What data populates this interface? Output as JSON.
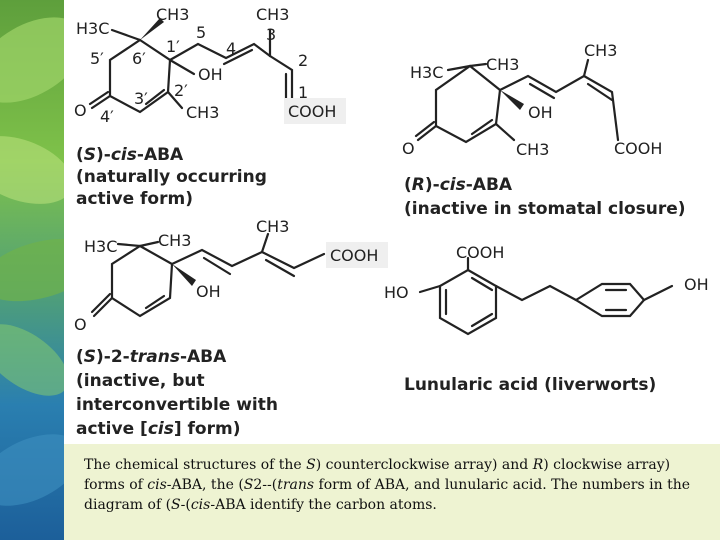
{
  "structures": {
    "s_cis": {
      "atoms": {
        "h3c": "H3C",
        "ch3_top": "CH3",
        "ch3_side": "CH3",
        "ch3_ring": "CH3",
        "oh": "OH",
        "cooh": "COOH",
        "o": "O"
      },
      "numbers": {
        "n5p": "5′",
        "n6p": "6′",
        "n1p": "1′",
        "n5": "5",
        "n4": "4",
        "n3": "3",
        "n2": "2",
        "n1": "1",
        "n2p": "2′",
        "n3p": "3′",
        "n4p": "4′"
      },
      "name": {
        "line1_prefix": "(",
        "line1_s": "S",
        "line1_mid": ")-",
        "line1_cis": "cis",
        "line1_suffix": "-ABA",
        "line2": "(naturally occurring",
        "line3": "active form)"
      }
    },
    "r_cis": {
      "atoms": {
        "h3c": "H3C",
        "ch3_top": "CH3",
        "ch3_side": "CH3",
        "ch3_ring": "CH3",
        "oh": "OH",
        "cooh": "COOH",
        "o": "O"
      },
      "name": {
        "line1_prefix": "(",
        "line1_r": "R",
        "line1_mid": ")-",
        "line1_cis": "cis",
        "line1_suffix": "-ABA",
        "line2": "(inactive in stomatal closure)"
      }
    },
    "s_trans": {
      "atoms": {
        "h3c": "H3C",
        "ch3_top": "CH3",
        "ch3_side": "CH3",
        "oh": "OH",
        "cooh": "COOH",
        "o": "O"
      },
      "name": {
        "line1_prefix": "(",
        "line1_s": "S",
        "line1_mid": ")-2-",
        "line1_trans": "trans",
        "line1_suffix": "-ABA",
        "line2": "(inactive, but",
        "line3": "interconvertible with",
        "line4_prefix": "active [",
        "line4_cis": "cis",
        "line4_suffix": "] form)"
      }
    },
    "lunularic": {
      "atoms": {
        "cooh": "COOH",
        "ho": "HO",
        "oh": "OH"
      },
      "name": "Lunularic acid (liverworts)"
    }
  },
  "caption": {
    "p1": "The chemical structures of the ",
    "s1": "S",
    "p2": ") counterclockwise array) and ",
    "r1": "R",
    "p3": ") clockwise array) forms of ",
    "cis1": "cis",
    "p4": "-ABA, the (",
    "s2": "S",
    "p5": "2--(",
    "trans1": "trans",
    "p6": " form of ABA, and lunularic acid. The numbers in the diagram of (",
    "s3": "S",
    "p7": "-(",
    "cis2": "cis",
    "p8": "-ABA identify the carbon atoms."
  }
}
